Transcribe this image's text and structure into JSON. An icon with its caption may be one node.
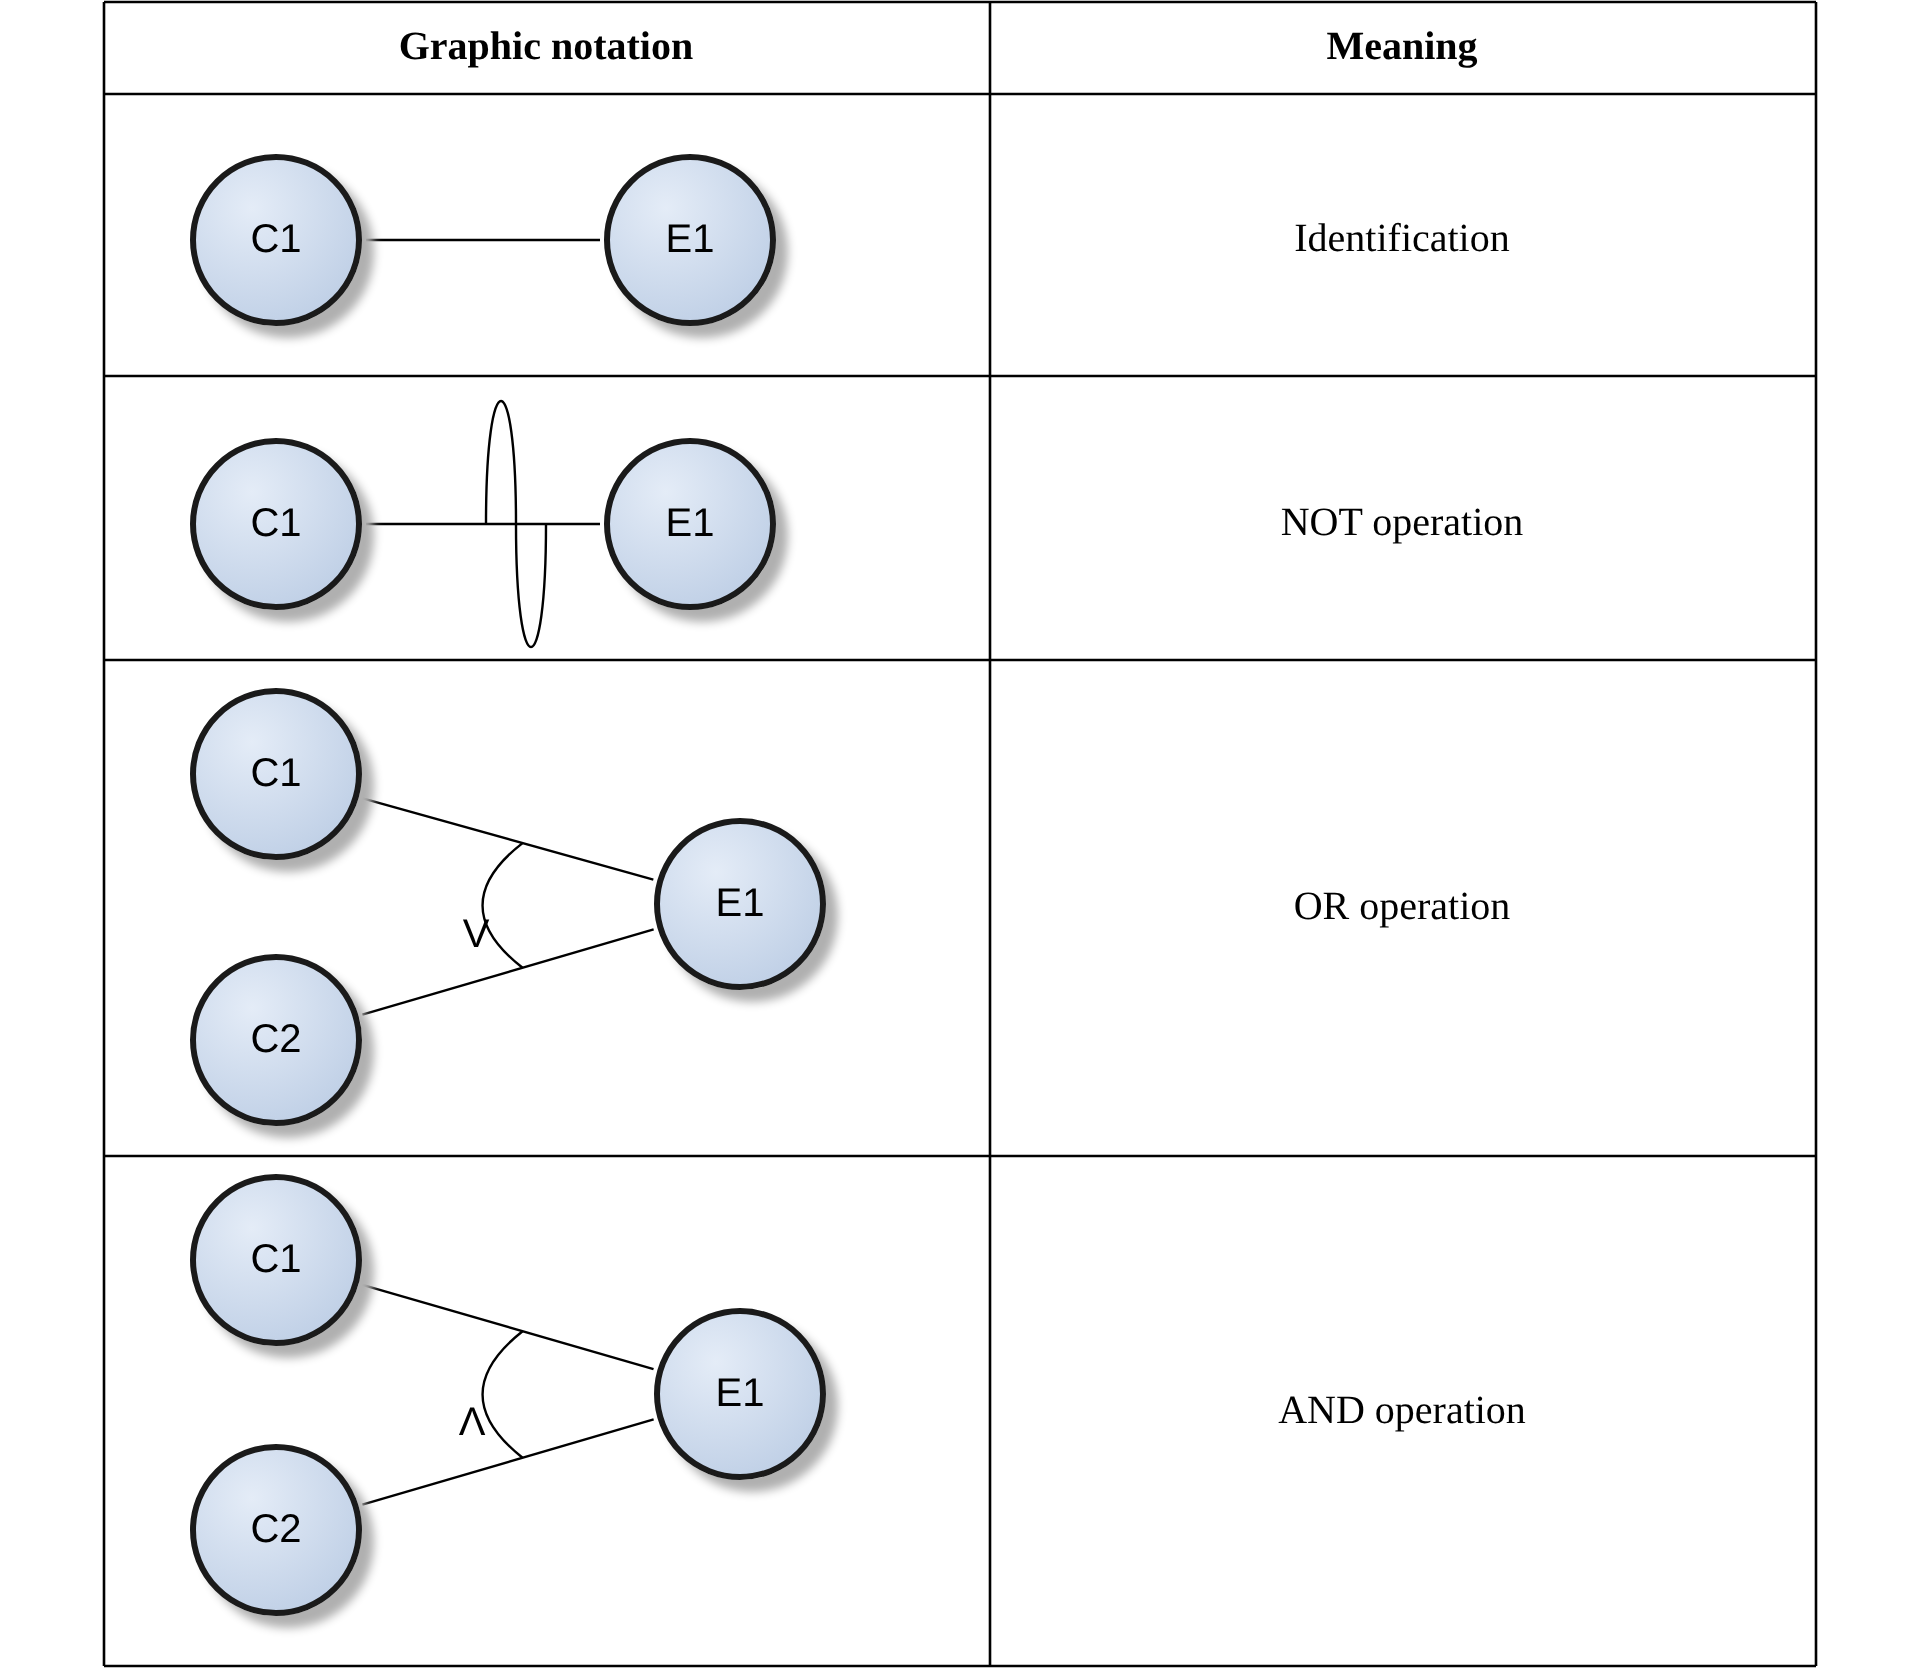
{
  "diagram": {
    "nodes": [
      {
        "text": [
          "C1"
        ]
      },
      {
        "text": [
          "E1"
        ]
      },
      {
        "text": [
          "C1"
        ]
      },
      {
        "text": [
          "E1"
        ]
      },
      {
        "text": [
          "C1"
        ]
      },
      {
        "text": [
          "C2"
        ]
      },
      {
        "text": [
          "E1"
        ]
      },
      {
        "text": [
          "C1"
        ]
      },
      {
        "text": [
          "C2"
        ]
      },
      {
        "text": [
          "E1"
        ]
      }
    ],
    "edges": [
      {
        "from": 0,
        "to": 1,
        "arrow": "none"
      },
      {
        "from": 2,
        "to": 3,
        "arrow": "none"
      },
      {
        "from": 4,
        "to": 6,
        "arrow": "none"
      },
      {
        "from": 5,
        "to": 6,
        "arrow": "none"
      },
      {
        "from": 7,
        "to": 9,
        "arrow": "none"
      },
      {
        "from": 8,
        "to": 9,
        "arrow": "none"
      }
    ],
    "labels": [
      "Graphic notation",
      "Meaning",
      "Identification",
      "NOT operation",
      "V",
      "OR operation",
      "Λ",
      "AND operation"
    ]
  }
}
